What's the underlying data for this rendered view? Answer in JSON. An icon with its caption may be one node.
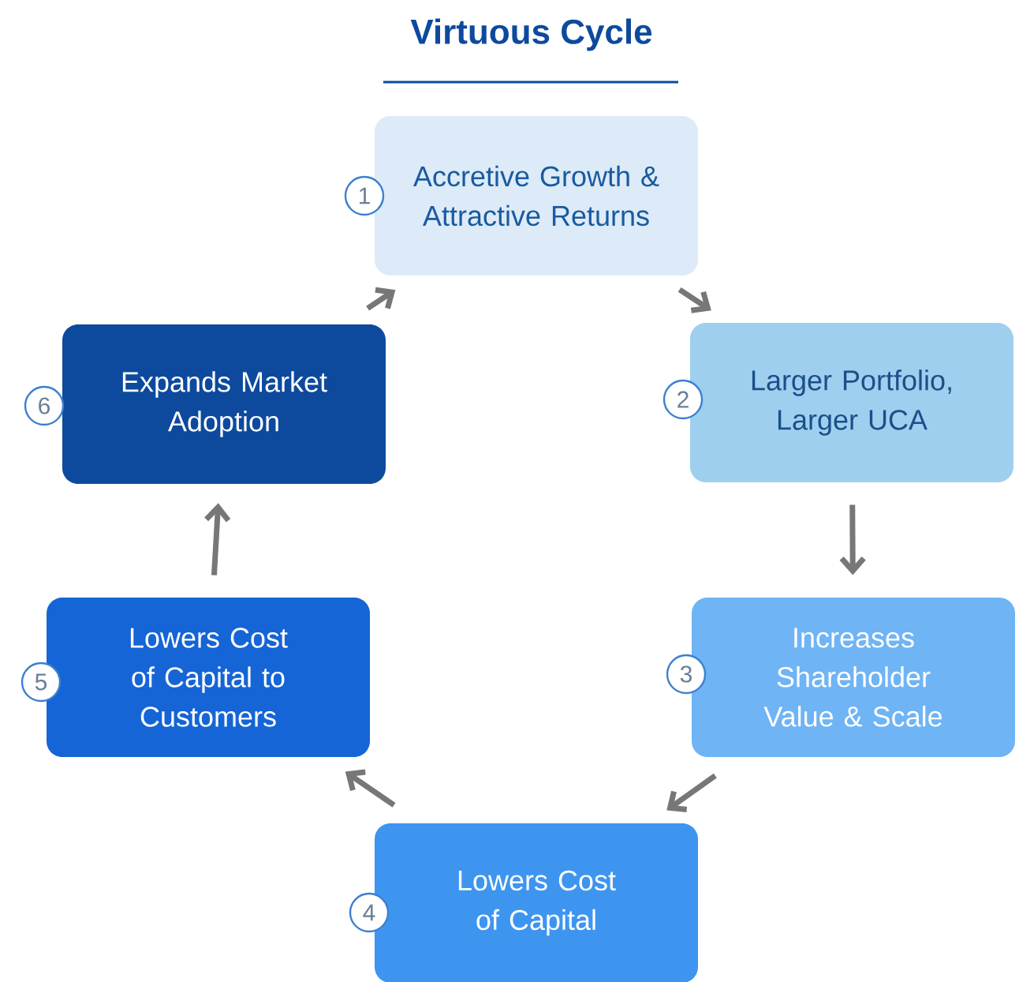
{
  "diagram": {
    "title": "Virtuous Cycle",
    "nodes": [
      {
        "text": [
          "1"
        ]
      },
      {
        "text": [
          "Accretive Growth & Attractive Returns"
        ]
      },
      {
        "text": [
          "2"
        ]
      },
      {
        "text": [
          "Larger Portfolio, Larger UCA"
        ]
      },
      {
        "text": [
          "3"
        ]
      },
      {
        "text": [
          "Increases Shareholder Value & Scale"
        ]
      },
      {
        "text": [
          "4"
        ]
      },
      {
        "text": [
          "Lowers Cost of Capital"
        ]
      },
      {
        "text": [
          "5"
        ]
      },
      {
        "text": [
          "Lowers Cost of Capital to Customers"
        ]
      },
      {
        "text": [
          "6"
        ]
      },
      {
        "text": [
          "Expands Market Adoption"
        ]
      }
    ],
    "edges": [
      {
        "from": 1,
        "to": 3,
        "arrow": "to"
      },
      {
        "from": 3,
        "to": 5,
        "arrow": "to"
      },
      {
        "from": 5,
        "to": 7,
        "arrow": "to"
      },
      {
        "from": 7,
        "to": 9,
        "arrow": "to"
      },
      {
        "from": 9,
        "to": 11,
        "arrow": "to"
      },
      {
        "from": 11,
        "to": 1,
        "arrow": "to"
      }
    ]
  }
}
